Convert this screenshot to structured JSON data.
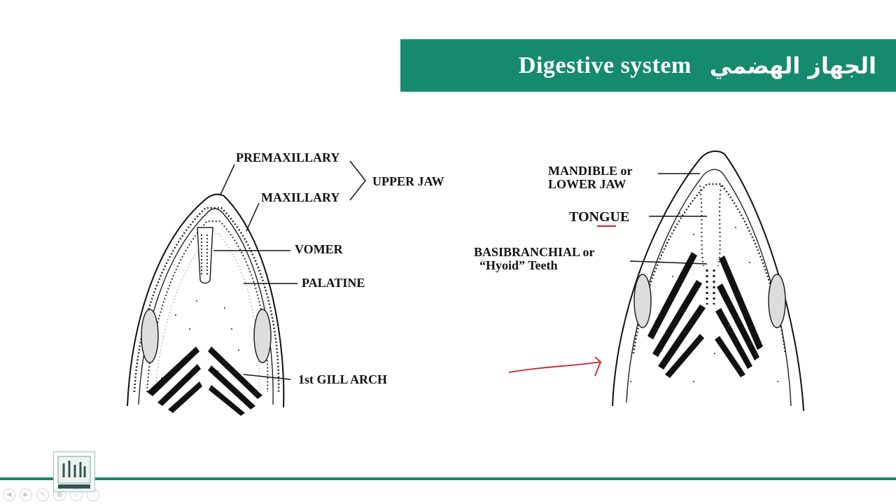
{
  "slide": {
    "title_en": "Digestive system",
    "title_ar": "الجهاز الهضمي",
    "accent_color": "#168a6c"
  },
  "diagram_left": {
    "labels": {
      "premaxillary": "PREMAXILLARY",
      "maxillary": "MAXILLARY",
      "upper_jaw": "UPPER JAW",
      "vomer": "VOMER",
      "palatine": "PALATINE",
      "gill_arch": "1st GILL ARCH"
    }
  },
  "diagram_right": {
    "labels": {
      "mandible_1": "MANDIBLE or",
      "mandible_2": "LOWER JAW",
      "tongue": "TONGUE",
      "basibranchial_1": "BASIBRANCHIAL or",
      "basibranchial_2": "“Hyoid” Teeth"
    },
    "annotation_color": "#d0202a"
  },
  "footer": {
    "logo_icon": "university-logo-icon",
    "nav_icons": [
      "previous-icon",
      "next-icon",
      "pen-icon",
      "slides-icon",
      "zoom-icon",
      "more-icon"
    ]
  }
}
